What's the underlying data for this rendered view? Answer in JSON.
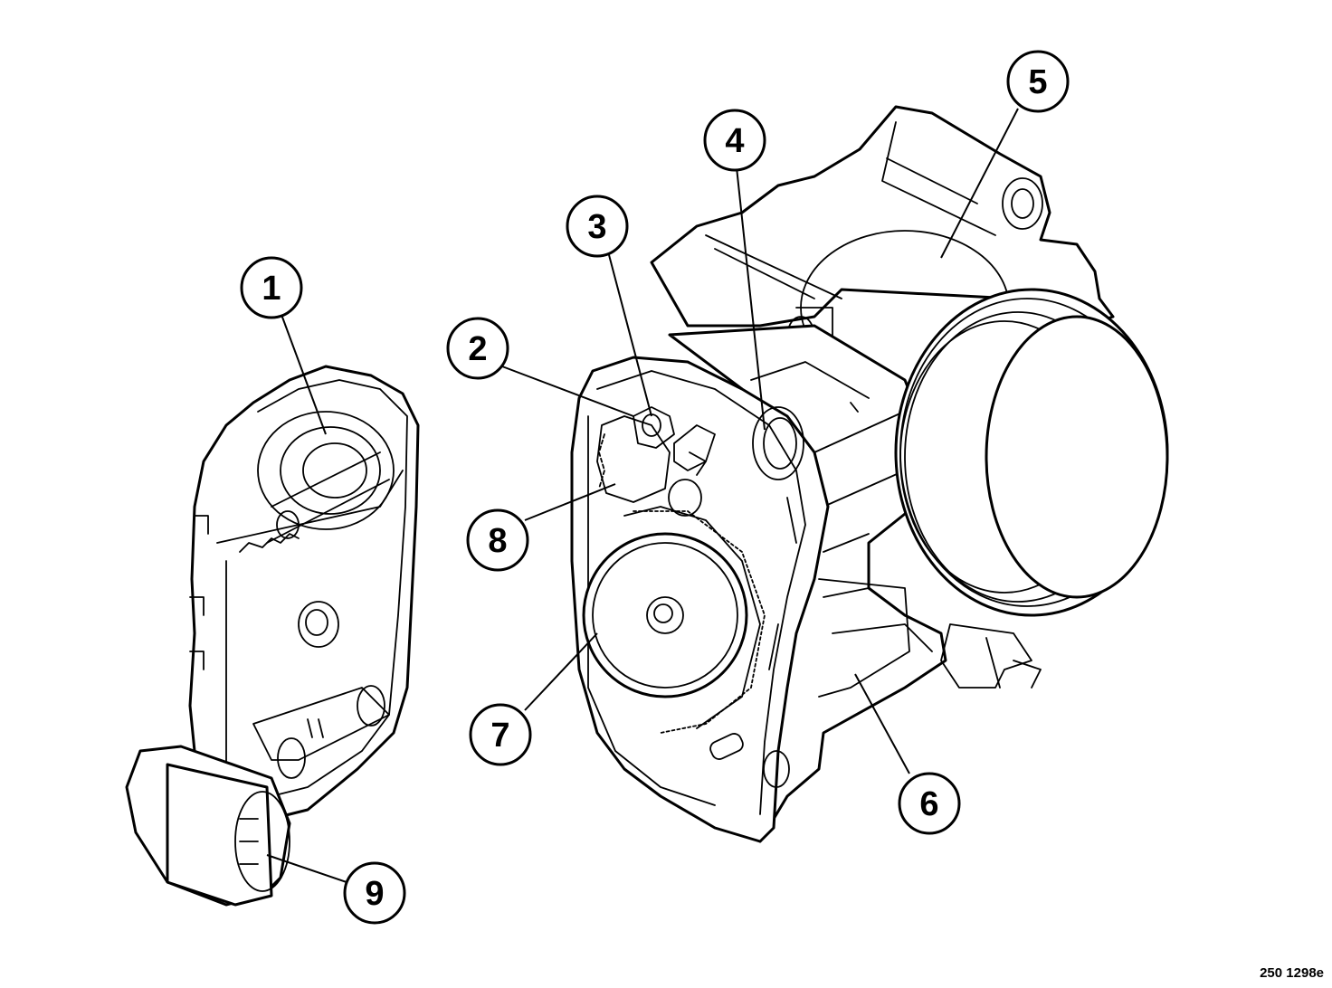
{
  "figure_code": "250 1298e",
  "callouts": [
    {
      "id": "1",
      "label": "1"
    },
    {
      "id": "2",
      "label": "2"
    },
    {
      "id": "3",
      "label": "3"
    },
    {
      "id": "4",
      "label": "4"
    },
    {
      "id": "5",
      "label": "5"
    },
    {
      "id": "6",
      "label": "6"
    },
    {
      "id": "7",
      "label": "7"
    },
    {
      "id": "8",
      "label": "8"
    },
    {
      "id": "9",
      "label": "9"
    }
  ]
}
